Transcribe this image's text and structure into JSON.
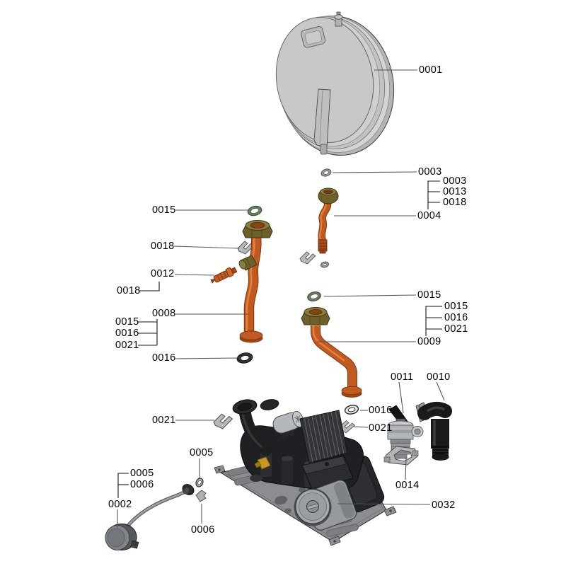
{
  "diagram": {
    "type": "exploded-parts-diagram",
    "background": "#ffffff",
    "part_numbers": [
      "0001",
      "0002",
      "0003",
      "0004",
      "0005",
      "0006",
      "0008",
      "0009",
      "0010",
      "0011",
      "0012",
      "0013",
      "0014",
      "0015",
      "0016",
      "0018",
      "0021",
      "0032"
    ]
  },
  "labels": [
    "0001",
    "0003",
    "0003",
    "0013",
    "0018",
    "0004",
    "0015",
    "0018",
    "0012",
    "0018",
    "0008",
    "0015",
    "0016",
    "0021",
    "0016",
    "0015",
    "0015",
    "0016",
    "0021",
    "0009",
    "0011",
    "0010",
    "0016",
    "0021",
    "0021",
    "0005",
    "0005",
    "0006",
    "0002",
    "0006",
    "0014",
    "0032"
  ],
  "colors": {
    "label_text": "#000000",
    "leader_line": "#555555",
    "bracket_line": "#161616",
    "copper_pipe": "#c05a20",
    "copper_highlight": "#e8853f",
    "brass_nut": "#6d6028",
    "green_oring": "#67815e",
    "black_oring": "#303234",
    "metal_light": "#c6c8ca",
    "metal_dark": "#1e2023",
    "plate_gray": "#8b8d90",
    "yellow_sensor": "#c89822"
  }
}
